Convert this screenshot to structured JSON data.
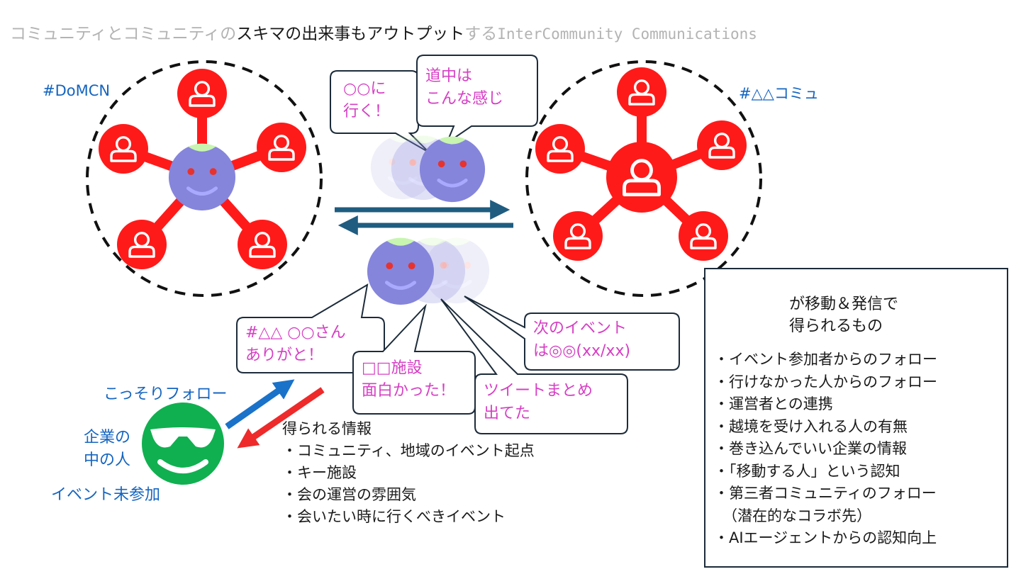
{
  "title": {
    "part1": "コミュニティとコミュニティの",
    "part2": "スキマの出来事もアウトプット",
    "part3": "する",
    "part4": "InterCommunity Communications"
  },
  "communities": {
    "left_tag": "#DoMCN",
    "right_tag": "#△△コミュ"
  },
  "bubbles": {
    "go_line1": "○○に",
    "go_line2": "行く！",
    "journey_line1": "道中は",
    "journey_line2": "こんな感じ",
    "thanks_line1": "#△△ ○○さん",
    "thanks_line2": "ありがと！",
    "facility_line1": "□□施設",
    "facility_line2": "面白かった！",
    "tweet_line1": "ツイートまとめ",
    "tweet_line2": "出てた",
    "next_event_line1": "次のイベント",
    "next_event_line2": "は◎◎(xx/xx)"
  },
  "company": {
    "follow_label": "こっそりフォロー",
    "person_line1": "企業の",
    "person_line2": "中の人",
    "status": "イベント未参加"
  },
  "info": {
    "heading": "得られる情報",
    "items": [
      "・コミュニティ、地域のイベント起点",
      "・キー施設",
      "・会の運営の雰囲気",
      "・会いたい時に行くべきイベント"
    ]
  },
  "benefits": {
    "head_line1": "が移動＆発信で",
    "head_line2": "得られるもの",
    "items": [
      "・イベント参加者からのフォロー",
      "・行けなかった人からのフォロー",
      "・運営者との連携",
      "・越境を受け入れる人の有無",
      "・巻き込んでいい企業の情報",
      "・「移動する人」という認知",
      "・第三者コミュニティのフォロー",
      "（潜在的なコラボ先）",
      "・AIエージェントからの認知向上"
    ]
  },
  "colors": {
    "member_red": "#ff1a1a",
    "traveler_purple": "#8585dc",
    "traveler_leaf": "#c8f5b0",
    "arrow_teal": "#1f5c80",
    "arrow_blue": "#1a72c9",
    "arrow_red": "#ee2a2a",
    "company_green": "#10b050",
    "bubble_text": "#d63fc4",
    "tag_blue": "#1565c0"
  },
  "icons": {
    "member": "person-icon",
    "traveler": "smiley-face-icon",
    "company": "sunglasses-face-icon"
  }
}
